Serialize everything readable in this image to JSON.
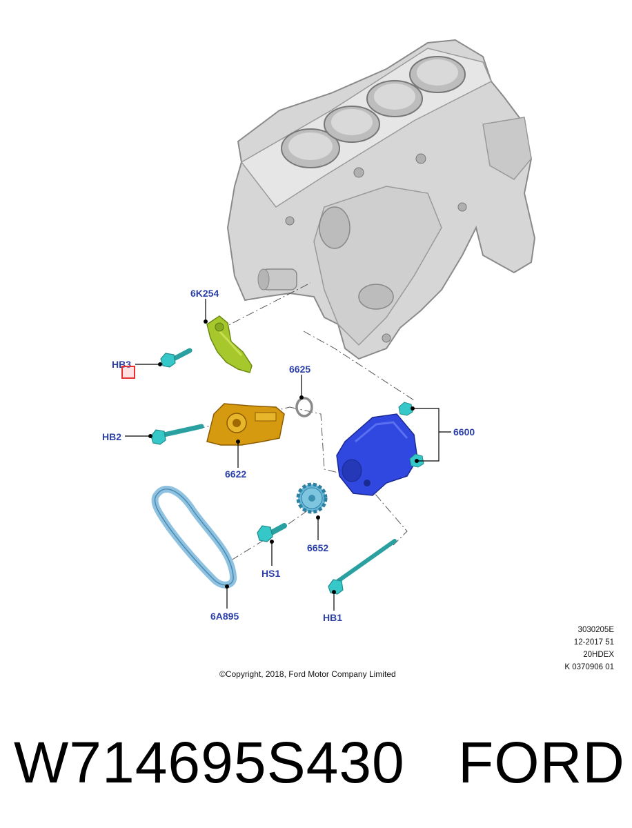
{
  "callouts": {
    "c_6K254": "6K254",
    "c_HB3": "HB3",
    "c_6625": "6625",
    "c_HB2": "HB2",
    "c_6622": "6622",
    "c_6600": "6600",
    "c_6652": "6652",
    "c_HS1": "HS1",
    "c_6A895": "6A895",
    "c_HB1": "HB1"
  },
  "meta": {
    "line1": "3030205E",
    "line2": "12-2017 51",
    "line3": "20HDEX",
    "line4": "K 0370906 01"
  },
  "copyright": "©Copyright, 2018, Ford Motor Company Limited",
  "footer": {
    "part_number": "W714695S430",
    "brand": "FORD"
  },
  "colors": {
    "callout": "#2b3fa8",
    "engine_block": "#d4d4d4",
    "guide_yellow": "#a6c82c",
    "tensioner_orange": "#d69a10",
    "pump_blue": "#3047e0",
    "fastener_cyan": "#36c8c8",
    "belt_lightblue": "#8ec2e0",
    "highlight": "#e53030"
  }
}
